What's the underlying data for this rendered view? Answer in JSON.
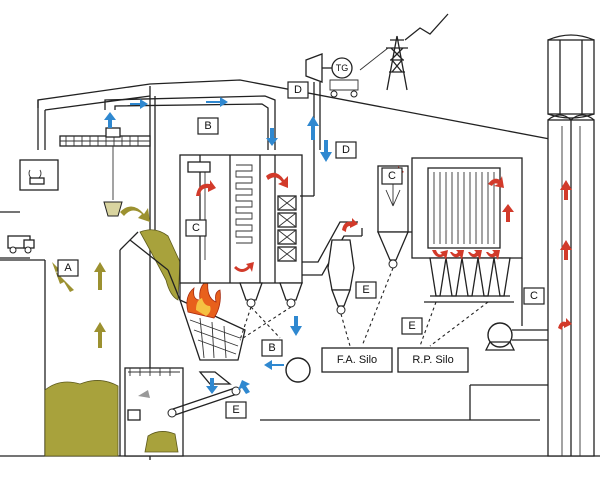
{
  "labels": {
    "A": "A",
    "B1": "B",
    "B2": "B",
    "C1": "C",
    "C2": "C",
    "C3": "C",
    "D1": "D",
    "D2": "D",
    "E1": "E",
    "E2": "E",
    "E3": "E",
    "TG": "TG"
  },
  "silos": {
    "fly_ash": "F.A. Silo",
    "residue": "R.P. Silo"
  },
  "colors": {
    "air_flow": "#2f88d0",
    "flue_gas": "#d23a2a",
    "waste": "#a8a23c",
    "flame": "#e8601c"
  },
  "icons": [
    "truck-icon",
    "crane-grab-icon",
    "power-pylon-icon",
    "lightning-icon",
    "turbine-icon",
    "fan-icon",
    "flame-icon"
  ]
}
